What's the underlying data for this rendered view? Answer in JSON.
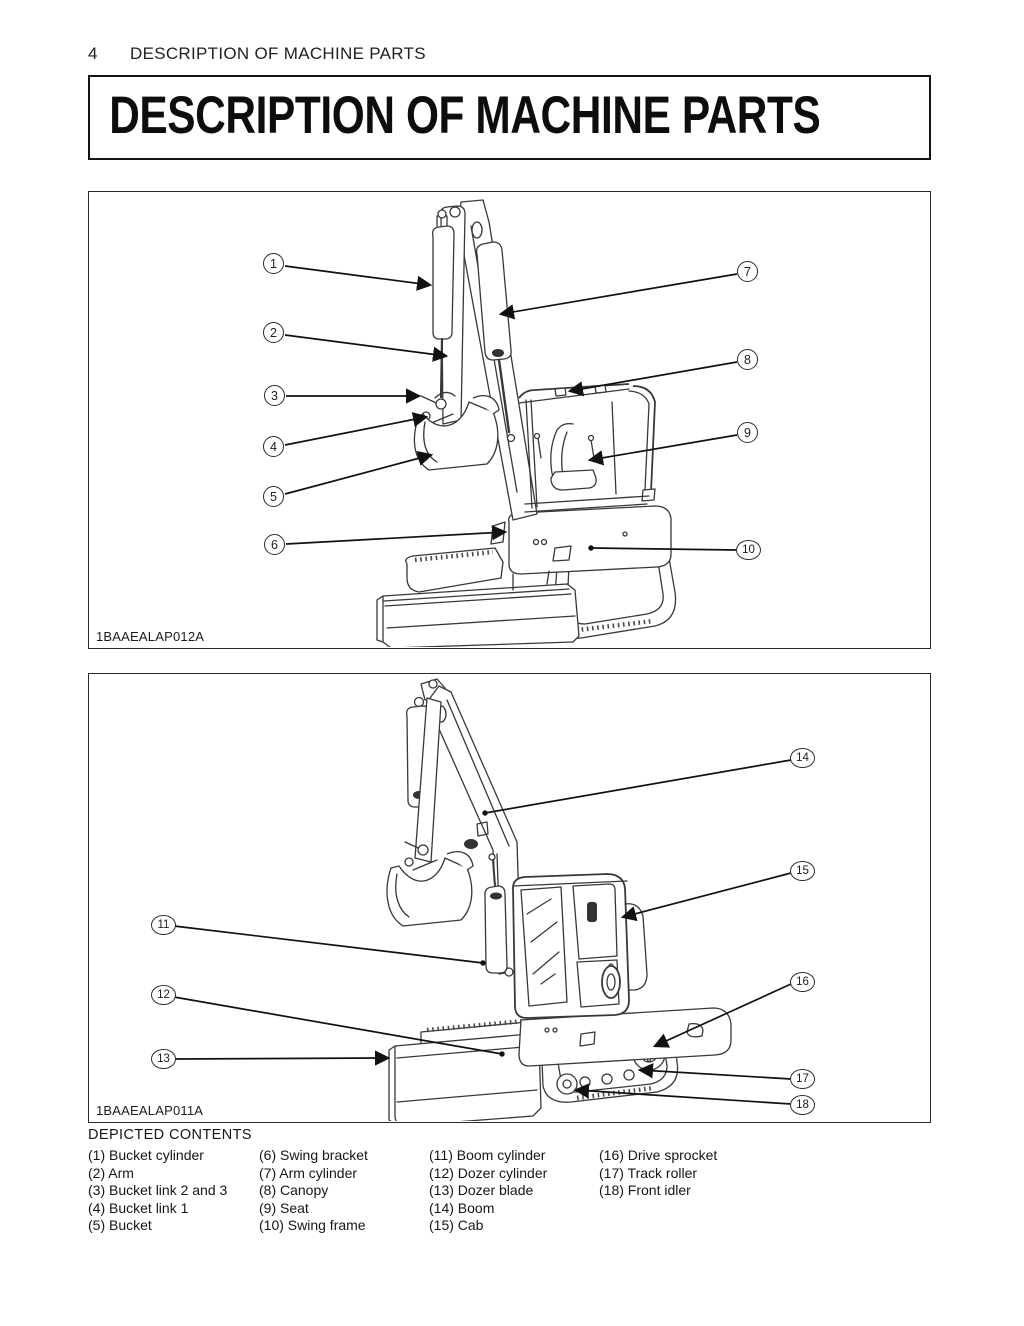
{
  "colors": {
    "ink": "#1a1a1a",
    "line_art": "#383838",
    "paper": "#ffffff"
  },
  "header": {
    "page_number": "4",
    "running_title": "DESCRIPTION OF MACHINE PARTS"
  },
  "banner": {
    "title": "DESCRIPTION OF MACHINE PARTS"
  },
  "figures": [
    {
      "code": "1BAAEALAP012A",
      "callouts": [
        {
          "n": "1",
          "label": "Bucket cylinder"
        },
        {
          "n": "2",
          "label": "Arm"
        },
        {
          "n": "3",
          "label": "Bucket link 2 and 3"
        },
        {
          "n": "4",
          "label": "Bucket link 1"
        },
        {
          "n": "5",
          "label": "Bucket"
        },
        {
          "n": "6",
          "label": "Swing bracket"
        },
        {
          "n": "7",
          "label": "Arm cylinder"
        },
        {
          "n": "8",
          "label": "Canopy"
        },
        {
          "n": "9",
          "label": "Seat"
        },
        {
          "n": "10",
          "label": "Swing frame"
        }
      ]
    },
    {
      "code": "1BAAEALAP011A",
      "callouts": [
        {
          "n": "11",
          "label": "Boom cylinder"
        },
        {
          "n": "12",
          "label": "Dozer cylinder"
        },
        {
          "n": "13",
          "label": "Dozer blade"
        },
        {
          "n": "14",
          "label": "Boom"
        },
        {
          "n": "15",
          "label": "Cab"
        },
        {
          "n": "16",
          "label": "Drive sprocket"
        },
        {
          "n": "17",
          "label": "Track roller"
        },
        {
          "n": "18",
          "label": "Front idler"
        }
      ]
    }
  ],
  "contents": {
    "heading": "DEPICTED CONTENTS",
    "columns": [
      [
        {
          "text": "(1) Bucket cylinder"
        },
        {
          "text": "(2) Arm"
        },
        {
          "text": "(3) Bucket link 2 and 3"
        },
        {
          "text": "(4) Bucket link 1"
        },
        {
          "text": "(5) Bucket"
        }
      ],
      [
        {
          "text": "(6) Swing bracket"
        },
        {
          "text": "(7) Arm cylinder"
        },
        {
          "text": "(8) Canopy"
        },
        {
          "text": "(9) Seat"
        },
        {
          "text": "(10) Swing frame"
        }
      ],
      [
        {
          "text": "(11) Boom cylinder"
        },
        {
          "text": "(12) Dozer cylinder"
        },
        {
          "text": "(13) Dozer blade"
        },
        {
          "text": "(14) Boom"
        },
        {
          "text": "(15) Cab"
        }
      ],
      [
        {
          "text": "(16) Drive sprocket"
        },
        {
          "text": "(17) Track roller"
        },
        {
          "text": "(18) Front idler"
        }
      ]
    ]
  }
}
